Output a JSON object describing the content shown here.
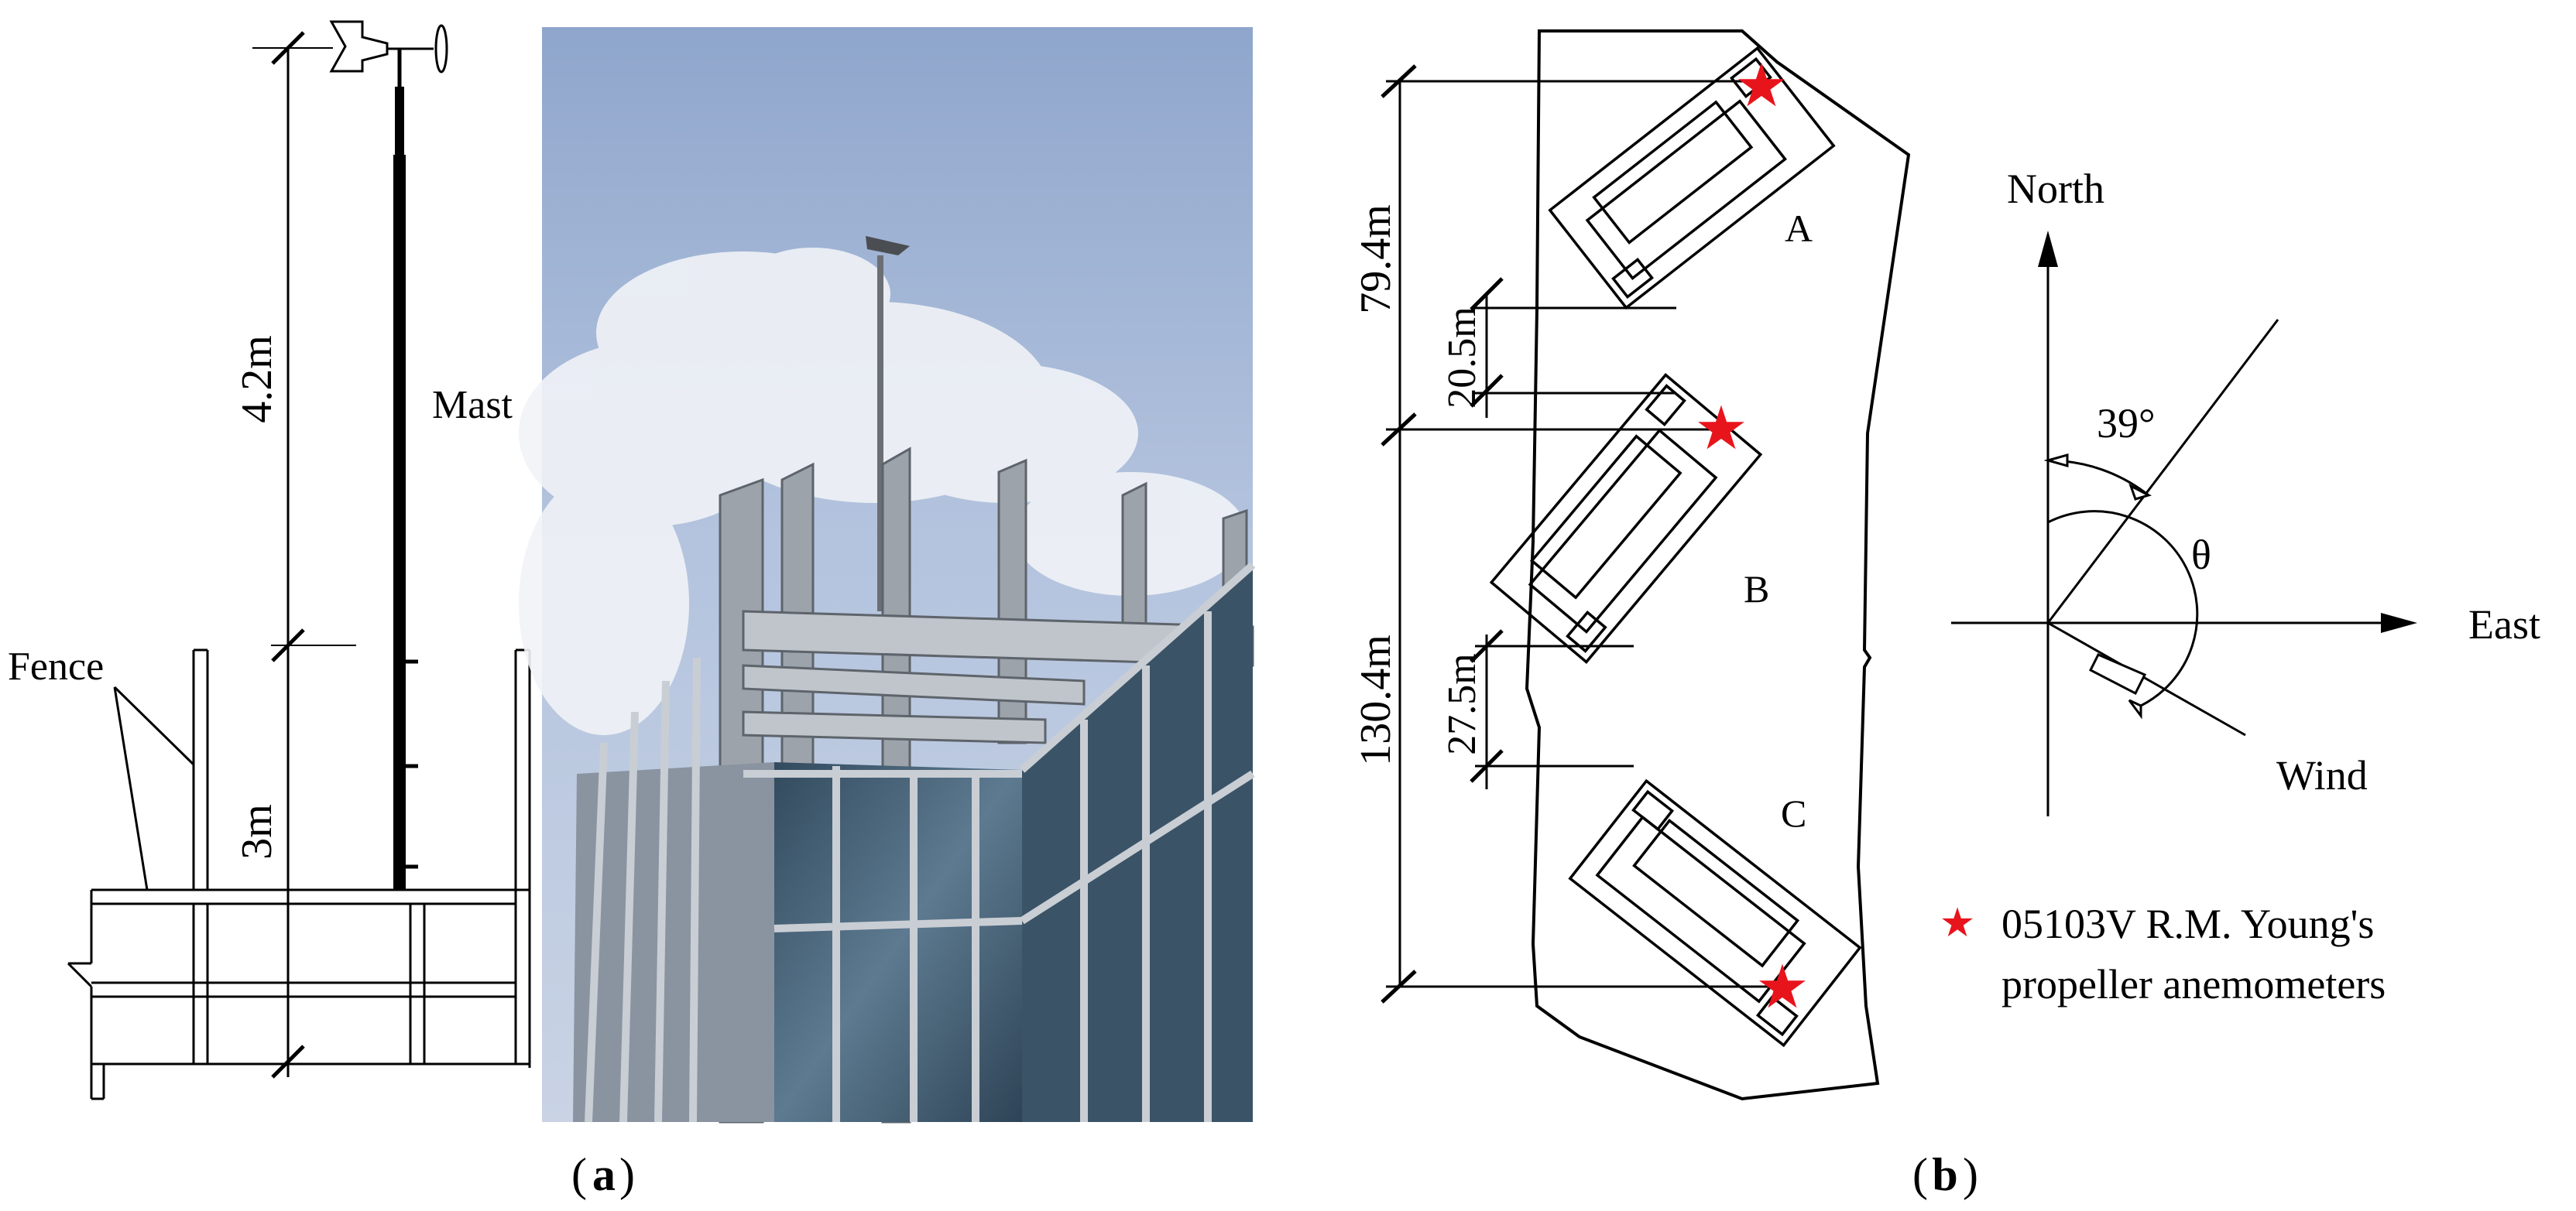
{
  "panel_a": {
    "caption_open": "(",
    "caption_letter": "a",
    "caption_close": ")",
    "dim_upper": "4.2m",
    "dim_lower": "3m",
    "mast_label": "Mast",
    "fence_label": "Fence"
  },
  "panel_b": {
    "caption_open": "(",
    "caption_letter": "b",
    "caption_close": ")",
    "dim_ab": "79.4m",
    "dim_gap_ab": "20.5m",
    "dim_bc": "130.4m",
    "dim_gap_bc": "27.5m",
    "building_a": "A",
    "building_b": "B",
    "building_c": "C",
    "compass_north": "North",
    "compass_east": "East",
    "compass_angle": "39°",
    "compass_theta": "θ",
    "compass_wind": "Wind",
    "legend_line1": "05103V R.M. Young's",
    "legend_line2": "propeller anemometers",
    "marker_color": "#e8141c"
  }
}
